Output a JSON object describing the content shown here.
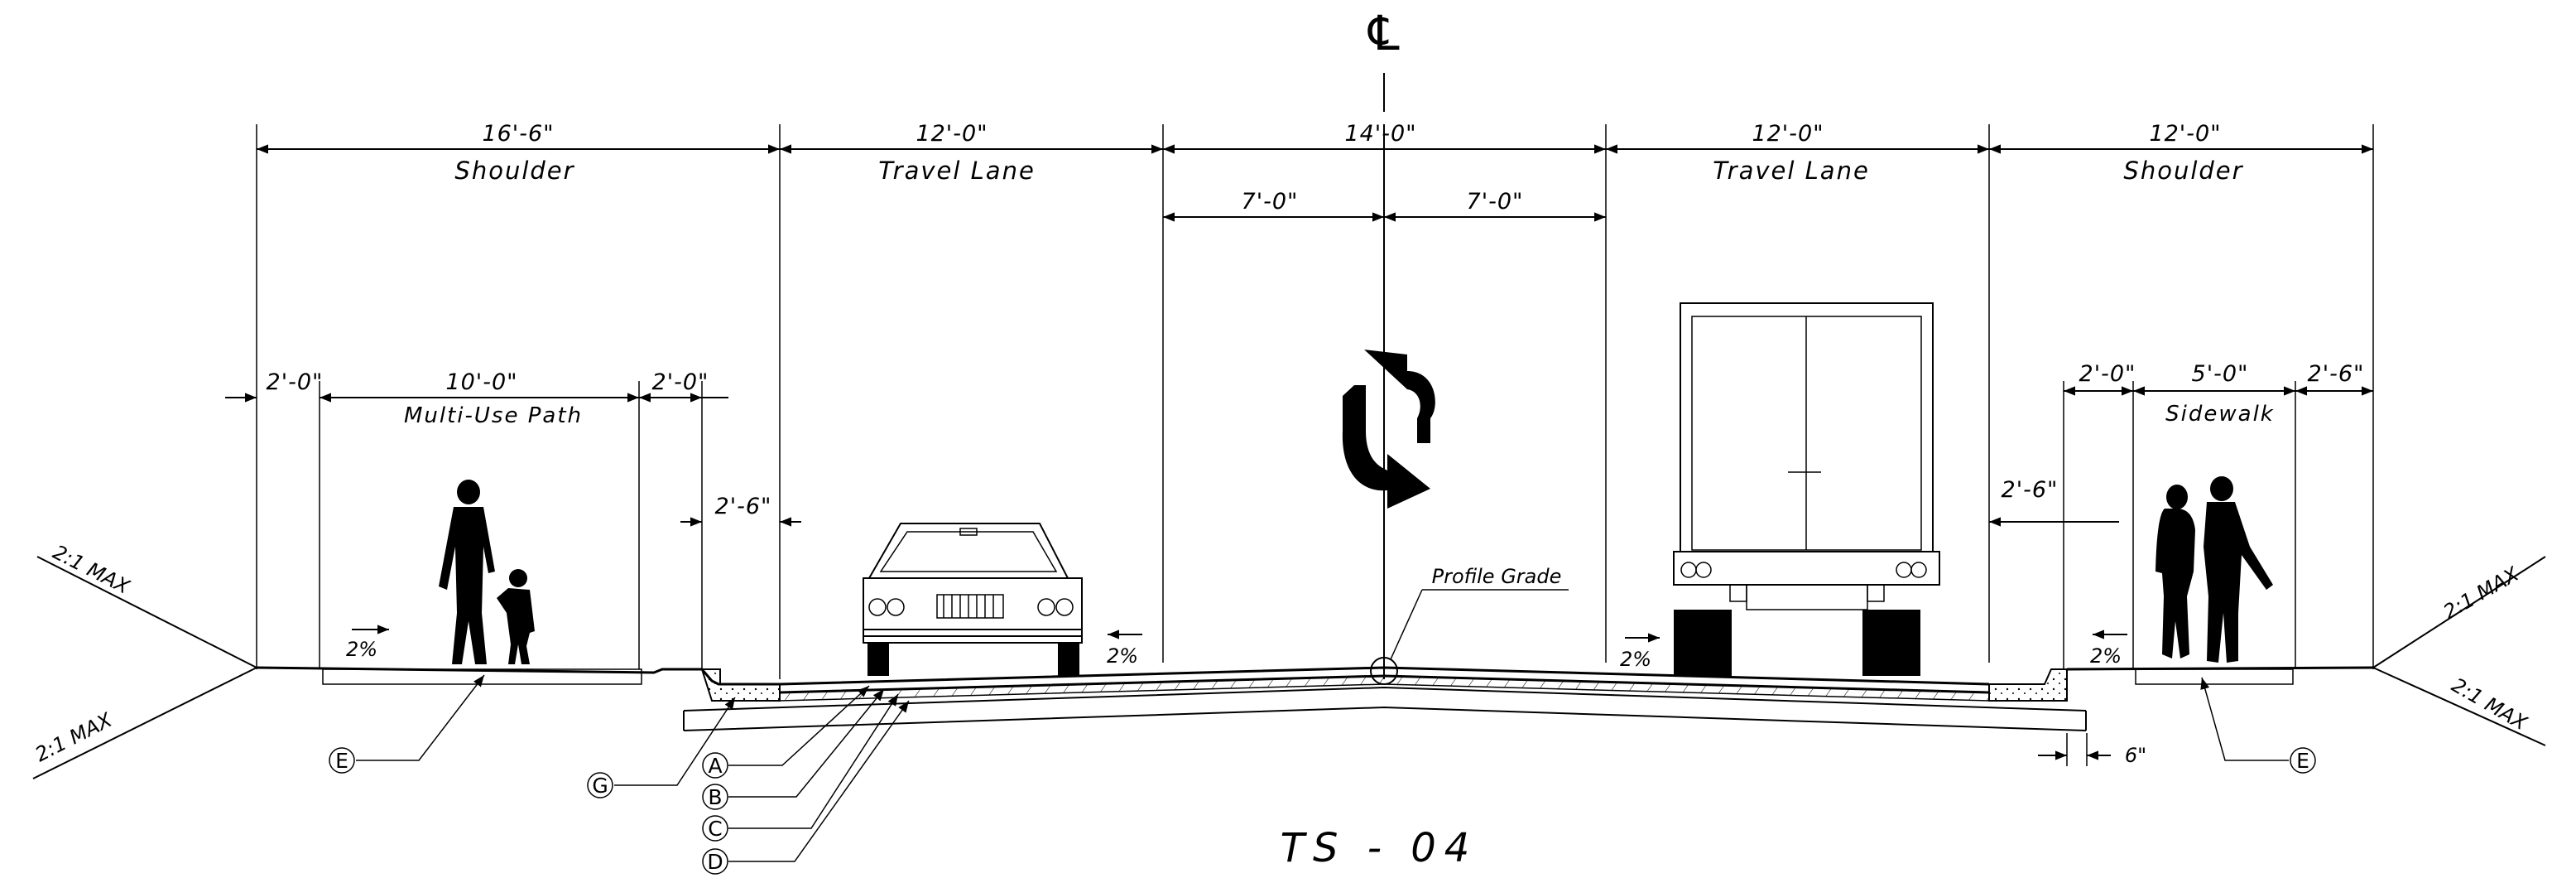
{
  "centerline": {
    "symbol": "℄"
  },
  "dimensions": {
    "shoulder_left": "16'-6\"",
    "travel_lane_left": "12'-0\"",
    "median": "14'-0\"",
    "median_half_left": "7'-0\"",
    "median_half_right": "7'-0\"",
    "travel_lane_right": "12'-0\"",
    "shoulder_right": "12'-0\"",
    "buffer_left_outer": "2'-0\"",
    "path_width": "10'-0\"",
    "buffer_left_inner": "2'-0\"",
    "curb_offset_left": "2'-6\"",
    "buffer_right_inner": "2'-0\"",
    "sidewalk_width": "5'-0\"",
    "buffer_right_outer": "2'-6\"",
    "curb_offset_right": "2'-6\"",
    "curb_width": "6\""
  },
  "labels": {
    "shoulder_left": "Shoulder",
    "travel_lane_left": "Travel Lane",
    "travel_lane_right": "Travel Lane",
    "shoulder_right": "Shoulder",
    "multi_use_path": "Multi-Use Path",
    "sidewalk": "Sidewalk",
    "profile_grade": "Profile Grade"
  },
  "slopes": {
    "path": "2%",
    "lane_left": "2%",
    "lane_right": "2%",
    "sidewalk": "2%",
    "side_slope_upper_left": "2:1 MAX",
    "side_slope_lower_left": "2:1 MAX",
    "side_slope_upper_right": "2:1 MAX",
    "side_slope_lower_right": "2:1 MAX"
  },
  "callouts": [
    "A",
    "B",
    "C",
    "D",
    "E",
    "G"
  ],
  "callout_e_right": "E",
  "title": "TS - 04"
}
